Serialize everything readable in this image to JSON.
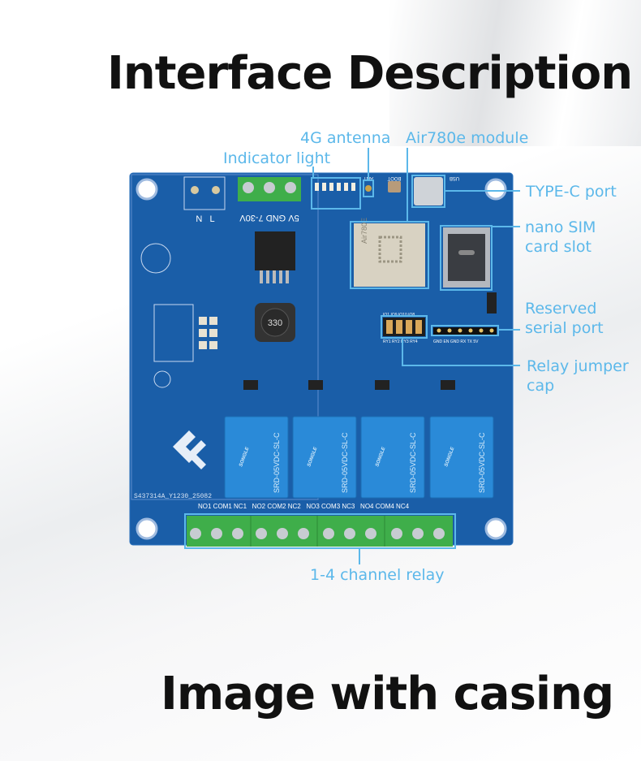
{
  "title": "Interface Description",
  "footer_title": "Image with casing",
  "callouts": {
    "indicator_light": "Indicator light",
    "antenna_4g": "4G antenna",
    "module": "Air780e module",
    "type_c": "TYPE-C port",
    "sim_line1": "nano SIM",
    "sim_line2": "card slot",
    "serial_line1": "Reserved",
    "serial_line2": "serial port",
    "jumper_line1": "Relay jumper",
    "jumper_line2": "cap",
    "relay": "1-4 channel relay"
  },
  "board_silk": {
    "power": "5V GND 7-30V",
    "ac": "N   L",
    "inductor": "330",
    "serial_pins": "GND EN GND RX TX 5V",
    "jumper_top": "IO1 IO9 IO10 IO8",
    "jumper_bottom": "RY1 RY2 RY3 RY4",
    "antenna": "ANT",
    "boot": "BOOT",
    "usb": "USB",
    "module_marking": "Air780E",
    "relay_model": "SRD-05VDC-SL-C",
    "relay_brand": "SONGLE",
    "pcb_id": "S437314A_Y1230_25082",
    "terminals": "NO1 COM1 NC1   NO2 COM2 NC2   NO3 COM3 NC3   NO4 COM4 NC4"
  },
  "colors": {
    "callout": "#5cb8ea",
    "pcb": "#1a5ea8",
    "terminal": "#3fae4a"
  }
}
